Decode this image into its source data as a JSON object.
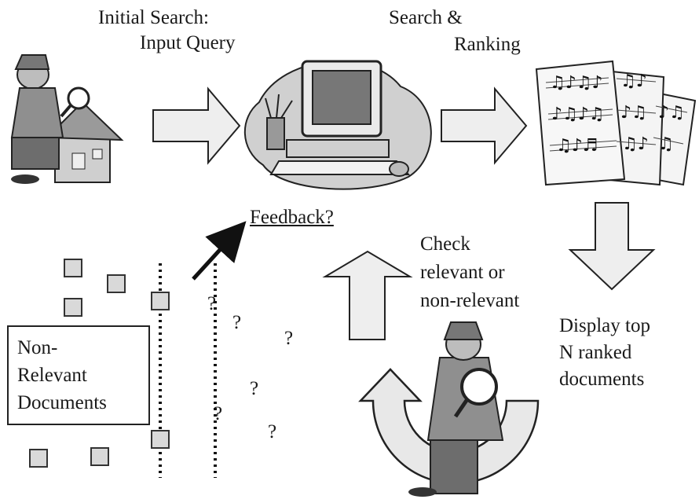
{
  "labels": {
    "initial_search": "Initial Search:",
    "input_query": "Input Query",
    "search_and": "Search &",
    "ranking": "Ranking",
    "feedback": "Feedback?",
    "check": "Check",
    "relevant_or": "relevant or",
    "non_relevant": "non-relevant",
    "display_top": "Display top",
    "n_ranked": "N ranked",
    "documents": "documents",
    "nonrel_1": "Non-",
    "nonrel_2": "Relevant",
    "nonrel_3": "Documents",
    "question_mark": "?"
  },
  "icons": {
    "detective_house": "detective-with-magnifier-on-house",
    "computer": "desktop-computer-clipart",
    "documents": "music-sheet-documents",
    "detective_user": "detective-with-magnifier",
    "doc_square": "document-square"
  },
  "colors": {
    "arrow_fill": "#eeeeee",
    "stroke": "#222222",
    "blob": "#d0d0d0"
  }
}
